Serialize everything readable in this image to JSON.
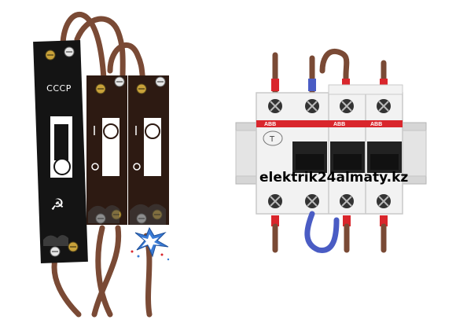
{
  "old_breaker": {
    "label": "СССР",
    "emblem": "☭"
  },
  "modern_breaker": {
    "brand": "ABB",
    "test_button": "T",
    "watermark": "elektrik24almaty.kz"
  },
  "colors": {
    "wire_brown": "#7a4a35",
    "soviet_body": "#141414",
    "old_body": "#2d1a12",
    "abb_red": "#d9262c",
    "wire_blue": "#4a5cc4",
    "din_rail": "#d6d6d6",
    "spark": "#3a7bd5"
  },
  "icons": [
    "screw-icon",
    "hammer-sickle-icon",
    "spark-icon"
  ]
}
